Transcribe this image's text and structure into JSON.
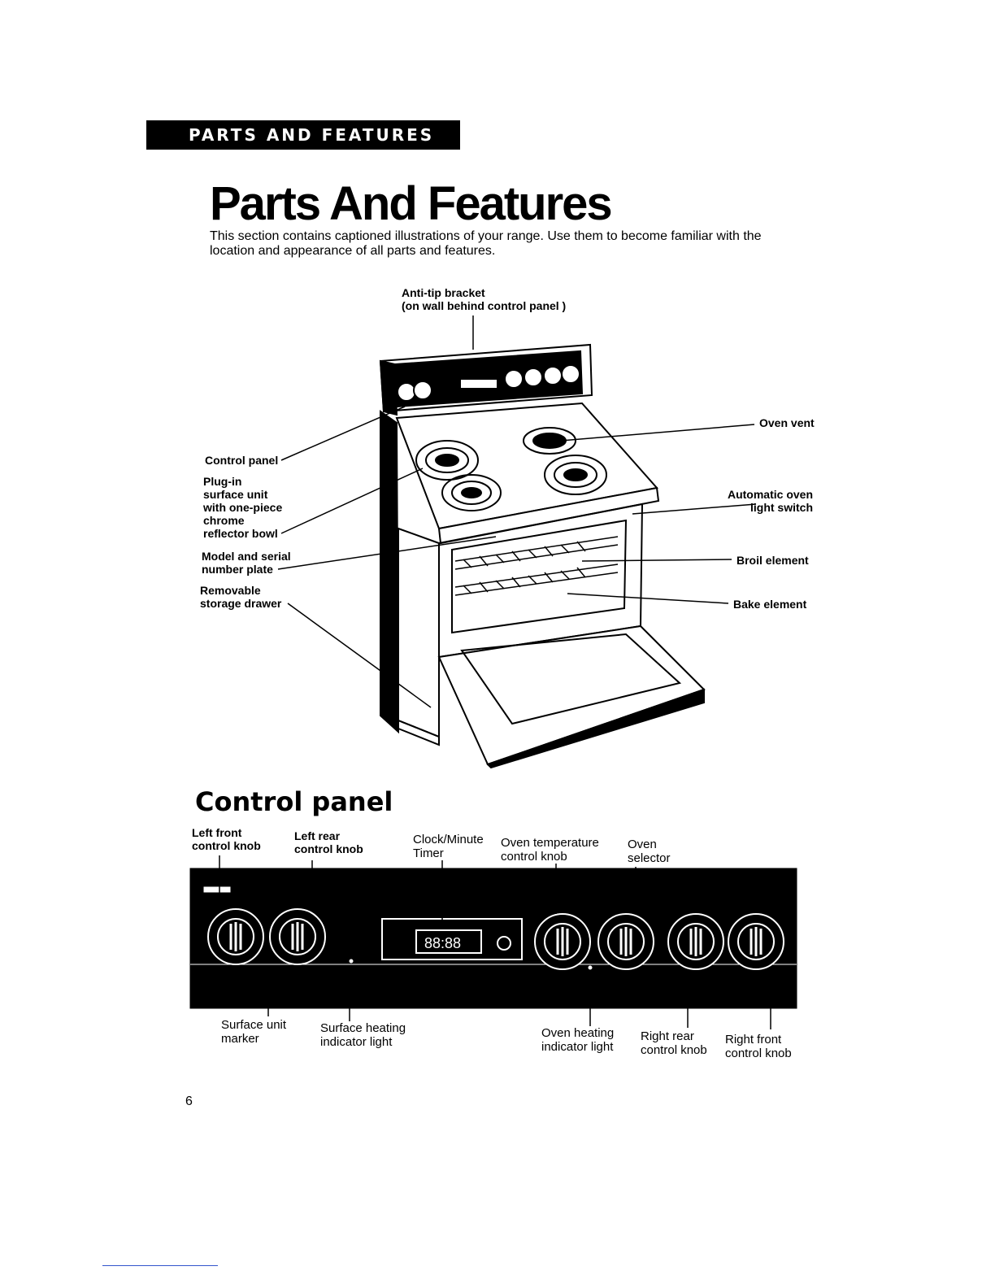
{
  "banner": "PARTS AND FEATURES",
  "title": "Parts And Features",
  "intro": "This section contains captioned illustrations of your range. Use them to become familiar with the location and appearance of all parts and features.",
  "range_labels": {
    "anti_tip": "Anti-tip bracket\n(on wall behind control panel )",
    "control_panel": "Control panel",
    "plug_in": "Plug-in\nsurface unit\nwith one-piece\nchrome\nreflector bowl",
    "model_serial": "Model and serial\nnumber plate",
    "storage_drawer": "Removable\nstorage drawer",
    "oven_vent": "Oven vent",
    "auto_light": "Automatic oven\nlight switch",
    "broil": "Broil element",
    "bake": "Bake element"
  },
  "control_heading": "Control panel",
  "panel_labels": {
    "left_front": "Left front\ncontrol knob",
    "left_rear": "Left rear\ncontrol knob",
    "clock": "Clock/Minute\nTimer",
    "oven_temp": "Oven temperature\ncontrol knob",
    "oven_selector": "Oven\nselector",
    "surface_marker": "Surface unit\nmarker",
    "surface_indicator": "Surface heating\nindicator light",
    "oven_indicator": "Oven heating\nindicator light",
    "right_rear": "Right rear\ncontrol knob",
    "right_front": "Right front\ncontrol knob"
  },
  "clock_display": "88:88",
  "page_number": "6"
}
